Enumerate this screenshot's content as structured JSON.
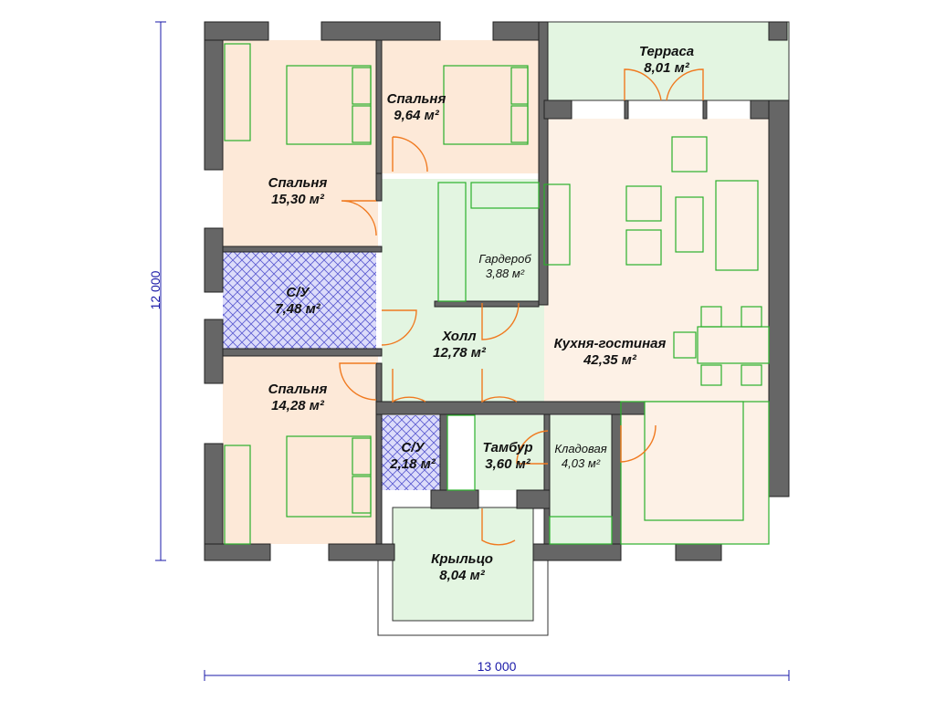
{
  "rooms": [
    {
      "name": "Терраса",
      "area": "8,01 м²"
    },
    {
      "name": "Спальня",
      "area": "9,64 м²"
    },
    {
      "name": "Спальня",
      "area": "15,30 м²"
    },
    {
      "name": "С/У",
      "area": "7,48 м²"
    },
    {
      "name": "Гардероб",
      "area": "3,88 м²"
    },
    {
      "name": "Холл",
      "area": "12,78 м²"
    },
    {
      "name": "Кухня-гостиная",
      "area": "42,35 м²"
    },
    {
      "name": "Спальня",
      "area": "14,28 м²"
    },
    {
      "name": "С/У",
      "area": "2,18 м²"
    },
    {
      "name": "Тамбур",
      "area": "3,60 м²"
    },
    {
      "name": "Кладовая",
      "area": "4,03 м²"
    },
    {
      "name": "Крыльцо",
      "area": "8,04 м²"
    }
  ],
  "dimensions": {
    "height": "12 000",
    "width": "13 000"
  },
  "colors": {
    "wall": "#666666",
    "bedroom": "#fde9d8",
    "hall": "#e3f5e1",
    "kitchen": "#fdf1e6",
    "bath": "#c8c8f5",
    "furniture": "#2bb02b",
    "door": "#f07a20",
    "dimension": "#1a1aa8"
  }
}
